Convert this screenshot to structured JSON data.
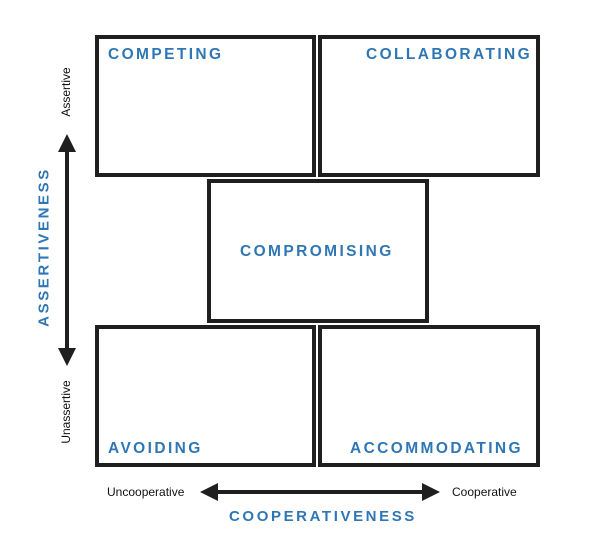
{
  "modes": {
    "competing": "COMPETING",
    "collaborating": "COLLABORATING",
    "compromising": "COMPROMISING",
    "avoiding": "AVOIDING",
    "accommodating": "ACCOMMODATING"
  },
  "y_axis": {
    "title": "ASSERTIVENESS",
    "high": "Assertive",
    "low": "Unassertive"
  },
  "x_axis": {
    "title": "COOPERATIVENESS",
    "low": "Uncooperative",
    "high": "Cooperative"
  },
  "colors": {
    "accent": "#2f77b4",
    "border": "#1f1f1f"
  }
}
